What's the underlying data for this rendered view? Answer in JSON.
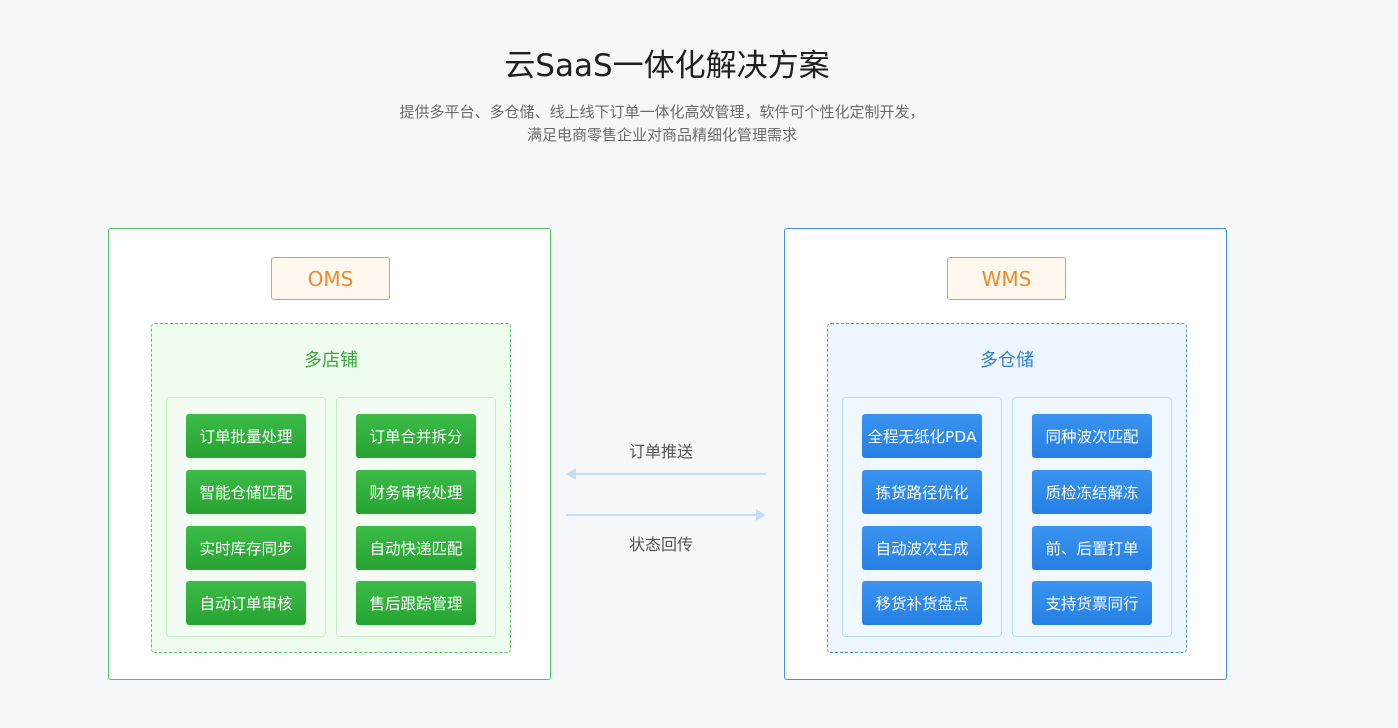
{
  "header": {
    "title": "云SaaS一体化解决方案",
    "subtitle_line1": "提供多平台、多仓储、线上线下订单一体化高效管理，软件可个性化定制开发，",
    "subtitle_line2": "满足电商零售企业对商品精细化管理需求"
  },
  "oms": {
    "tag": "OMS",
    "inner_title": "多店铺",
    "col1": [
      "订单批量处理",
      "智能仓储匹配",
      "实时库存同步",
      "自动订单审核"
    ],
    "col2": [
      "订单合并拆分",
      "财务审核处理",
      "自动快递匹配",
      "售后跟踪管理"
    ]
  },
  "wms": {
    "tag": "WMS",
    "inner_title": "多仓储",
    "col1": [
      "全程无纸化PDA",
      "拣货路径优化",
      "自动波次生成",
      "移货补货盘点"
    ],
    "col2": [
      "同种波次匹配",
      "质检冻结解冻",
      "前、后置打单",
      "支持货票同行"
    ]
  },
  "flow": {
    "top_label": "订单推送",
    "bottom_label": "状态回传"
  },
  "colors": {
    "oms_border": "#52c25a",
    "oms_button": "#2fad3a",
    "wms_border": "#3f8ef0",
    "wms_button": "#2d88ea",
    "tag_orange": "#ee8a2c",
    "arrow": "#c6ddf7"
  },
  "icons": [
    "arrow-left-icon",
    "arrow-right-icon"
  ]
}
